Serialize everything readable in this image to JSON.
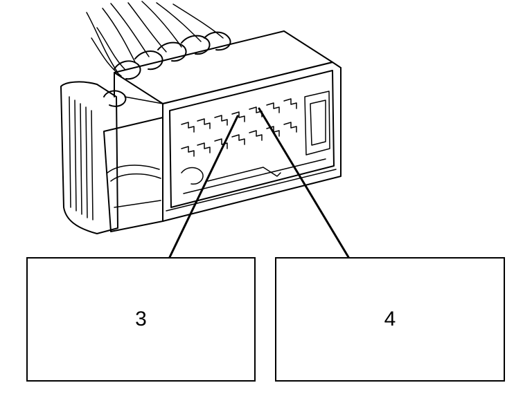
{
  "diagram": {
    "callouts": [
      {
        "id": "3",
        "label": "3"
      },
      {
        "id": "4",
        "label": "4"
      }
    ],
    "colors": {
      "line": "#000000",
      "background": "#ffffff"
    }
  }
}
